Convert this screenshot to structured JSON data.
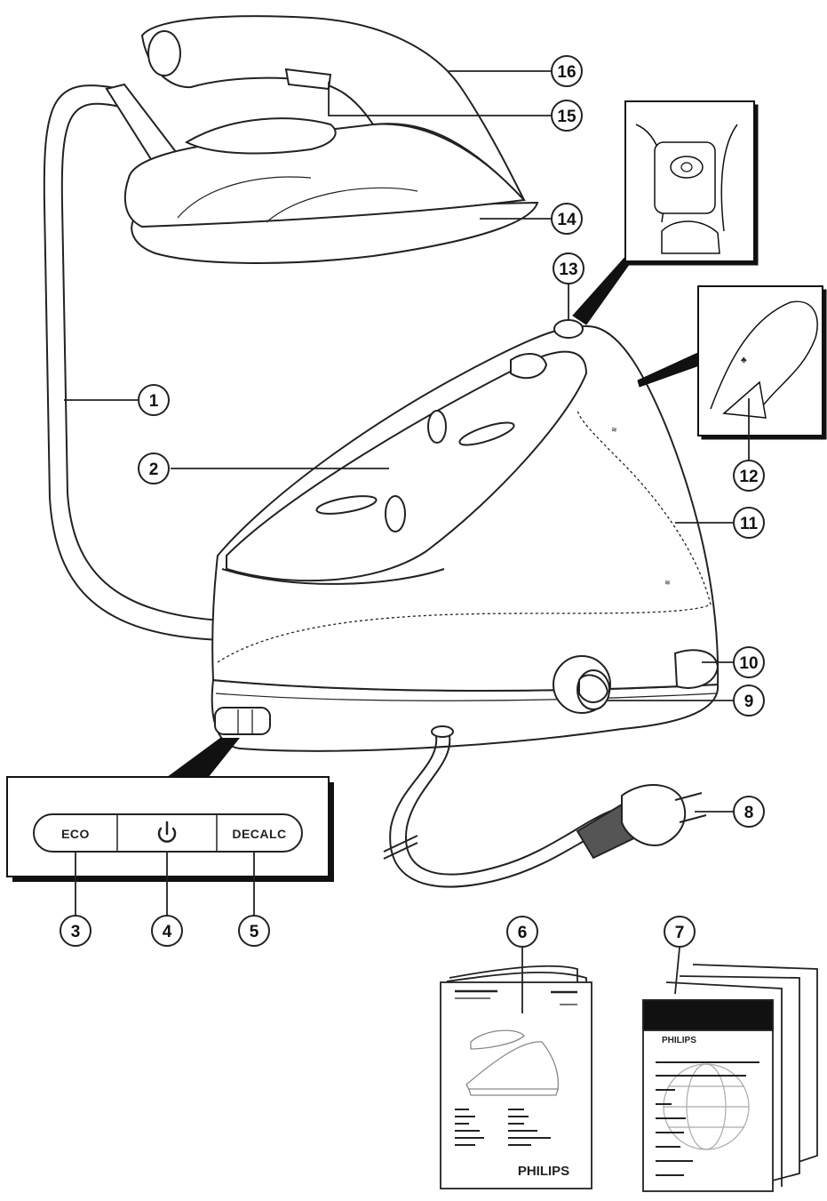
{
  "control_panel": {
    "eco_label": "ECO",
    "decalc_label": "DECALC",
    "power_icon": "power-icon"
  },
  "booklets": {
    "user_manual_brand": "PHILIPS",
    "guarantee_brand": "PHILIPS"
  },
  "callouts": [
    {
      "id": "1",
      "label": "1"
    },
    {
      "id": "2",
      "label": "2"
    },
    {
      "id": "3",
      "label": "3"
    },
    {
      "id": "4",
      "label": "4"
    },
    {
      "id": "5",
      "label": "5"
    },
    {
      "id": "6",
      "label": "6"
    },
    {
      "id": "7",
      "label": "7"
    },
    {
      "id": "8",
      "label": "8"
    },
    {
      "id": "9",
      "label": "9"
    },
    {
      "id": "10",
      "label": "10"
    },
    {
      "id": "11",
      "label": "11"
    },
    {
      "id": "12",
      "label": "12"
    },
    {
      "id": "13",
      "label": "13"
    },
    {
      "id": "14",
      "label": "14"
    },
    {
      "id": "15",
      "label": "15"
    },
    {
      "id": "16",
      "label": "16"
    }
  ]
}
